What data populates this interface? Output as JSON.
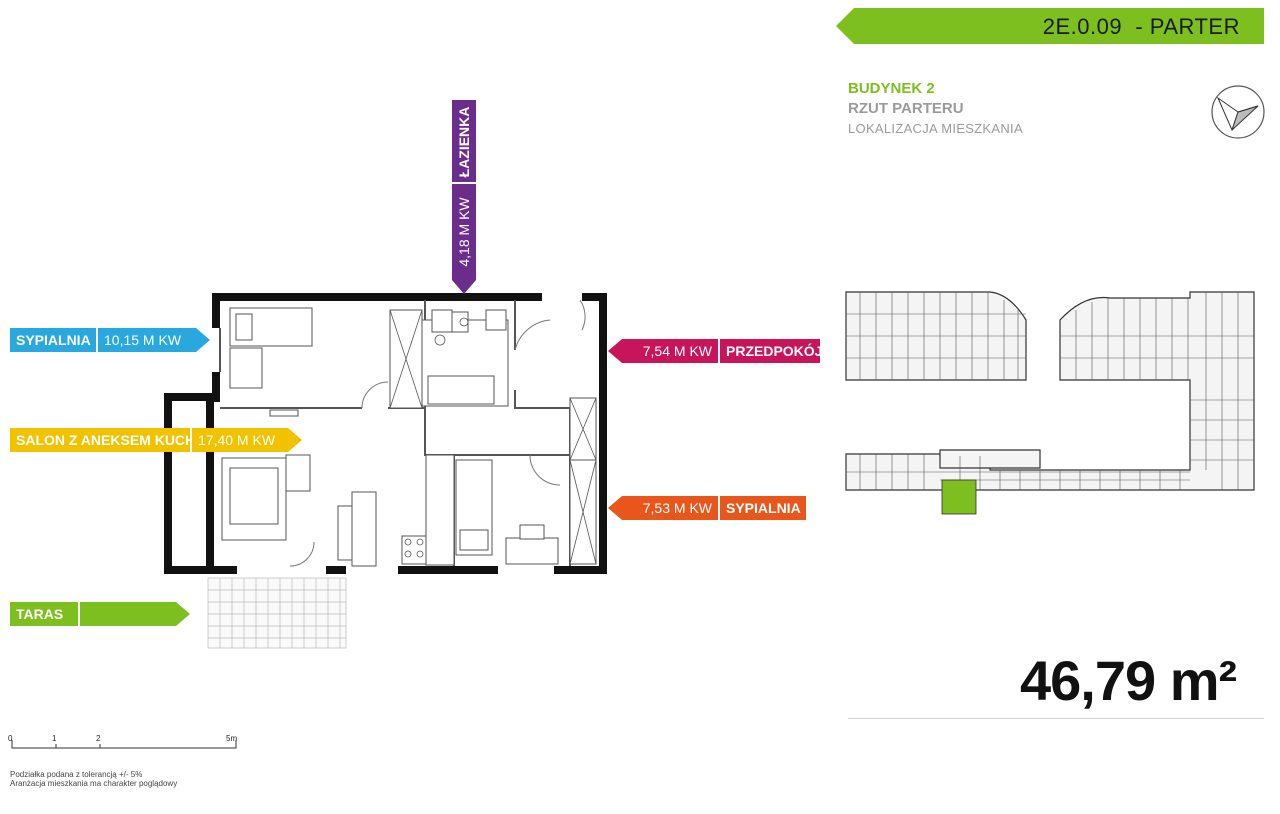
{
  "header": {
    "unit_code": "2E.0.09",
    "floor": "- PARTER"
  },
  "info": {
    "building": "BUDYNEK 2",
    "plan_title": "RZUT PARTERU",
    "location_caption": "LOKALIZACJA MIESZKANIA"
  },
  "total_area": "46,79 m²",
  "rooms": [
    {
      "name": "SYPIALNIA",
      "area": "10,15 M KW",
      "color": "#29a8e0"
    },
    {
      "name": "SALON Z ANEKSEM KUCH.",
      "area": "17,40 M KW",
      "color": "#f2c200"
    },
    {
      "name": "TARAS",
      "area": "",
      "color": "#7dbf1f"
    },
    {
      "name": "ŁAZIENKA",
      "area": "4,18 M KW",
      "color": "#6b2d8c"
    },
    {
      "name": "PRZEDPOKÓJ",
      "area": "7,54 M KW",
      "color": "#c8145a"
    },
    {
      "name": "SYPIALNIA",
      "area": "7,53 M KW",
      "color": "#e8561c"
    }
  ],
  "scale": {
    "ticks": [
      "0",
      "1",
      "2",
      "5m"
    ]
  },
  "notes": {
    "line1": "Podziałka podana z tolerancją +/- 5%",
    "line2": "Aranżacja mieszkania ma charakter poglądowy"
  },
  "colors": {
    "accent_green": "#7dbf1f",
    "gray_text": "#9a9a9a",
    "highlight_unit": "#7dbf1f"
  }
}
